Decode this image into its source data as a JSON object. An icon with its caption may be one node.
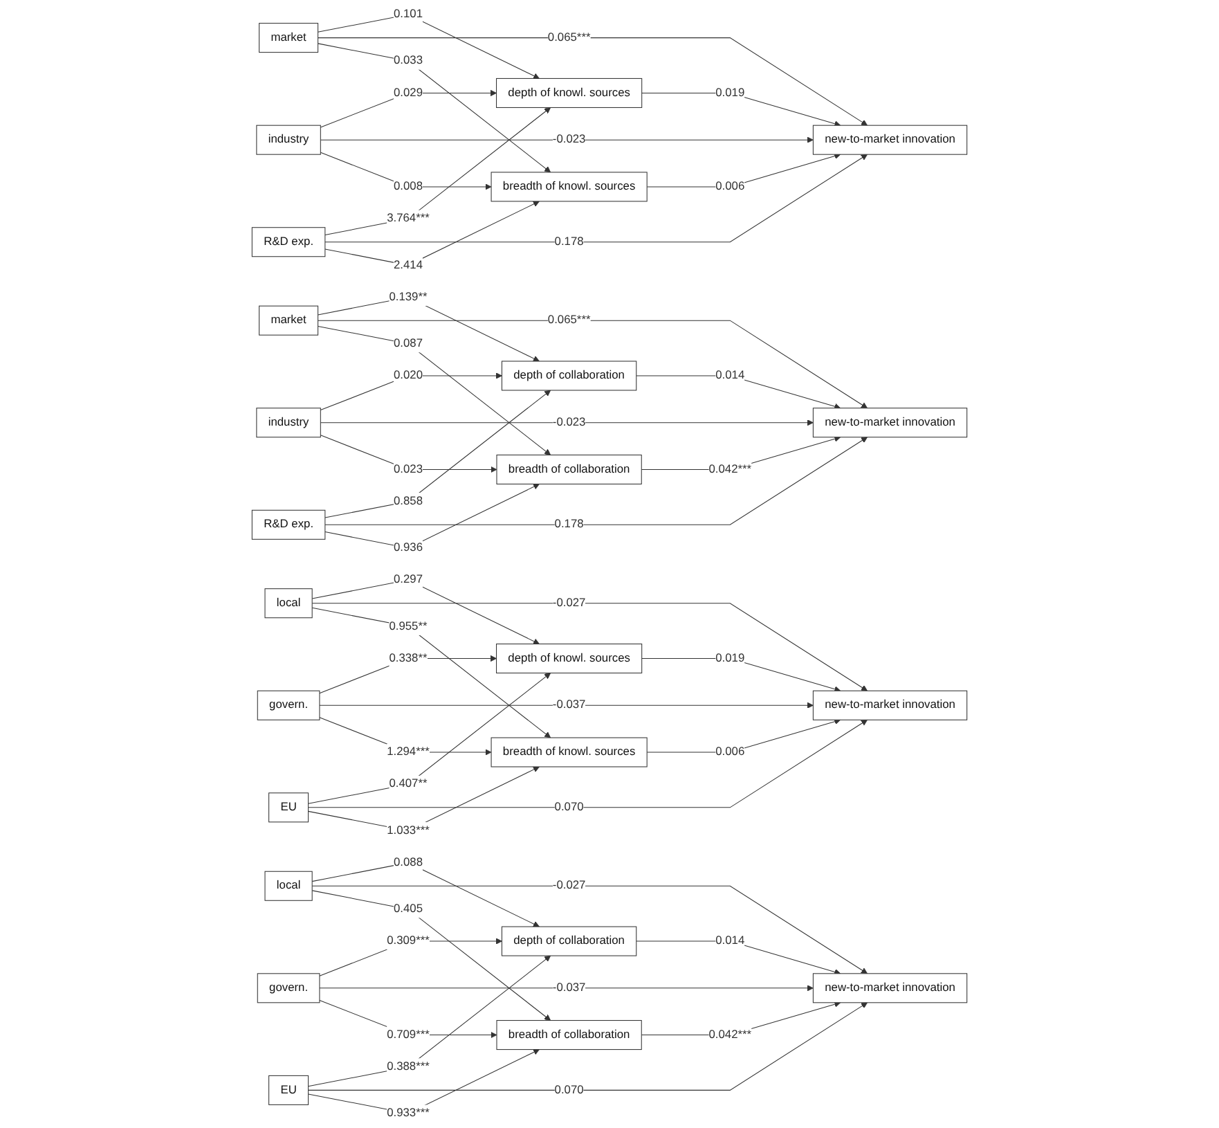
{
  "diagram": {
    "nodes": [
      {
        "text": [
          "depth of knowl. sources"
        ]
      },
      {
        "text": [
          "market"
        ]
      },
      {
        "text": [
          "industry"
        ]
      },
      {
        "text": [
          "R&D exp."
        ]
      },
      {
        "text": [
          "new-to-market innovation"
        ]
      },
      {
        "text": [
          "breadth of knowl. sources"
        ]
      },
      {
        "text": [
          "depth of collaboration"
        ]
      },
      {
        "text": [
          "market"
        ]
      },
      {
        "text": [
          "industry"
        ]
      },
      {
        "text": [
          "R&D exp."
        ]
      },
      {
        "text": [
          "new-to-market innovation"
        ]
      },
      {
        "text": [
          "breadth of collaboration"
        ]
      },
      {
        "text": [
          "depth of knowl. sources"
        ]
      },
      {
        "text": [
          "local"
        ]
      },
      {
        "text": [
          "govern."
        ]
      },
      {
        "text": [
          "EU"
        ]
      },
      {
        "text": [
          "new-to-market innovation"
        ]
      },
      {
        "text": [
          "breadth of knowl. sources"
        ]
      },
      {
        "text": [
          "depth of collaboration"
        ]
      },
      {
        "text": [
          "local"
        ]
      },
      {
        "text": [
          "govern."
        ]
      },
      {
        "text": [
          "EU"
        ]
      },
      {
        "text": [
          "new-to-market innovation"
        ]
      },
      {
        "text": [
          "breadth of collaboration"
        ]
      }
    ],
    "edges": [
      {
        "from": 1,
        "to": 0,
        "arrow": "to",
        "label": "0.101"
      },
      {
        "from": 3,
        "to": 0,
        "arrow": "to",
        "label": "3.764***"
      },
      {
        "from": 2,
        "to": 0,
        "arrow": "to",
        "label": "0.029"
      },
      {
        "from": 0,
        "to": 4,
        "arrow": "to",
        "label": "0.019"
      },
      {
        "from": 1,
        "to": 4,
        "arrow": "to",
        "label": "0.065***"
      },
      {
        "from": 2,
        "to": 4,
        "arrow": "to",
        "label": "-0.023"
      },
      {
        "from": 3,
        "to": 4,
        "arrow": "to",
        "label": "0.178"
      },
      {
        "from": 1,
        "to": 5,
        "arrow": "to",
        "label": "0.033"
      },
      {
        "from": 2,
        "to": 5,
        "arrow": "to",
        "label": "0.008"
      },
      {
        "from": 3,
        "to": 5,
        "arrow": "to",
        "label": "2.414"
      },
      {
        "from": 5,
        "to": 4,
        "arrow": "to",
        "label": "0.006"
      },
      {
        "from": 7,
        "to": 6,
        "arrow": "to",
        "label": "0.139**"
      },
      {
        "from": 9,
        "to": 6,
        "arrow": "to",
        "label": "0.858"
      },
      {
        "from": 8,
        "to": 6,
        "arrow": "to",
        "label": "0.020"
      },
      {
        "from": 6,
        "to": 10,
        "arrow": "to",
        "label": "0.014"
      },
      {
        "from": 7,
        "to": 10,
        "arrow": "to",
        "label": "0.065***"
      },
      {
        "from": 8,
        "to": 10,
        "arrow": "to",
        "label": "-0.023"
      },
      {
        "from": 9,
        "to": 10,
        "arrow": "to",
        "label": "0.178"
      },
      {
        "from": 7,
        "to": 11,
        "arrow": "to",
        "label": "0.087"
      },
      {
        "from": 8,
        "to": 11,
        "arrow": "to",
        "label": "0.023"
      },
      {
        "from": 9,
        "to": 11,
        "arrow": "to",
        "label": "0.936"
      },
      {
        "from": 11,
        "to": 10,
        "arrow": "to",
        "label": "0.042***"
      },
      {
        "from": 13,
        "to": 12,
        "arrow": "to",
        "label": "0.297"
      },
      {
        "from": 15,
        "to": 12,
        "arrow": "to",
        "label": "0.407**"
      },
      {
        "from": 14,
        "to": 12,
        "arrow": "to",
        "label": "0.338**"
      },
      {
        "from": 12,
        "to": 16,
        "arrow": "to",
        "label": "0.019"
      },
      {
        "from": 13,
        "to": 16,
        "arrow": "to",
        "label": "-0.027"
      },
      {
        "from": 14,
        "to": 16,
        "arrow": "to",
        "label": "-0.037"
      },
      {
        "from": 15,
        "to": 16,
        "arrow": "to",
        "label": "0.070"
      },
      {
        "from": 13,
        "to": 17,
        "arrow": "to",
        "label": "0.955**"
      },
      {
        "from": 14,
        "to": 17,
        "arrow": "to",
        "label": "1.294***"
      },
      {
        "from": 15,
        "to": 17,
        "arrow": "to",
        "label": "1.033***"
      },
      {
        "from": 17,
        "to": 16,
        "arrow": "to",
        "label": "0.006"
      },
      {
        "from": 19,
        "to": 18,
        "arrow": "to",
        "label": "0.088"
      },
      {
        "from": 21,
        "to": 18,
        "arrow": "to",
        "label": "0.388***"
      },
      {
        "from": 20,
        "to": 18,
        "arrow": "to",
        "label": "0.309***"
      },
      {
        "from": 18,
        "to": 22,
        "arrow": "to",
        "label": "0.014"
      },
      {
        "from": 19,
        "to": 22,
        "arrow": "to",
        "label": "-0.027"
      },
      {
        "from": 20,
        "to": 22,
        "arrow": "to",
        "label": "-0.037"
      },
      {
        "from": 21,
        "to": 22,
        "arrow": "to",
        "label": "0.070"
      },
      {
        "from": 19,
        "to": 23,
        "arrow": "to",
        "label": "0.405"
      },
      {
        "from": 20,
        "to": 23,
        "arrow": "to",
        "label": "0.709***"
      },
      {
        "from": 21,
        "to": 23,
        "arrow": "to",
        "label": "0.933***"
      },
      {
        "from": 23,
        "to": 22,
        "arrow": "to",
        "label": "0.042***"
      }
    ]
  }
}
